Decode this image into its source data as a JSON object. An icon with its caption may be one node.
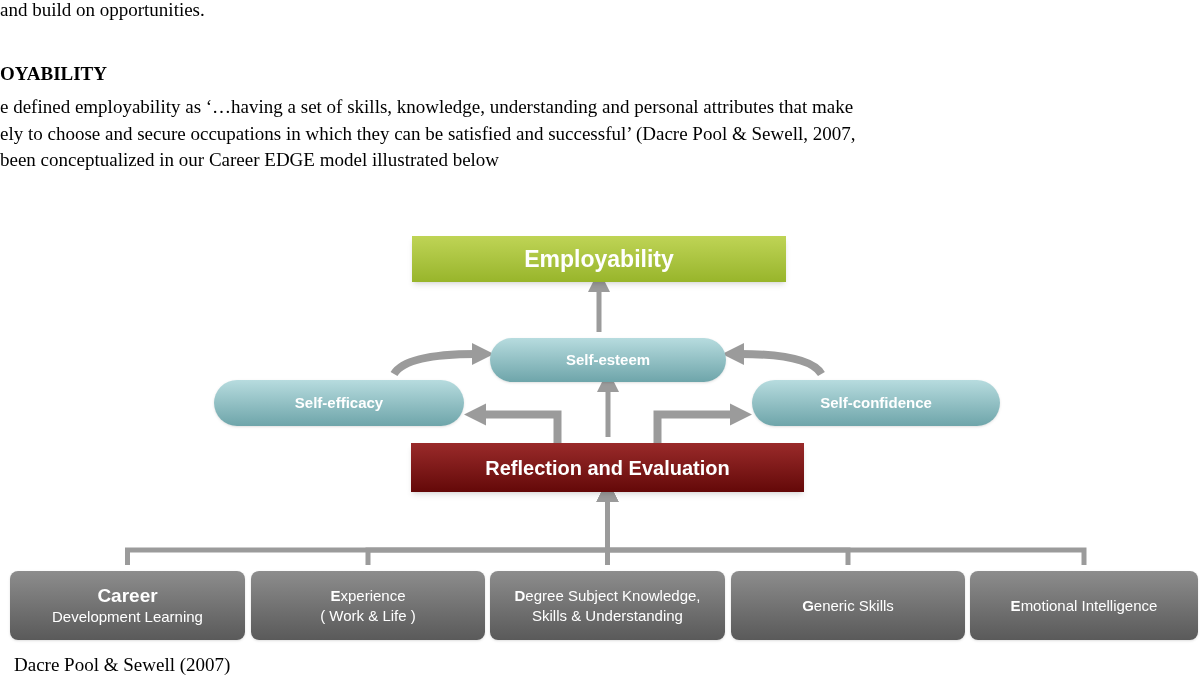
{
  "diagram": {
    "nodes": [
      {
        "text": [
          "Employability"
        ]
      },
      {
        "text": [
          "Self-esteem"
        ]
      },
      {
        "text": [
          "Self-efficacy"
        ]
      },
      {
        "text": [
          "Self-confidence"
        ]
      },
      {
        "text": [
          "Reflection and Evaluation"
        ]
      },
      {
        "text": [
          "Career",
          "Development Learning"
        ]
      },
      {
        "text": [
          "**E**xperience",
          "( Work & Life )"
        ]
      },
      {
        "text": [
          "**D**egree Subject Knowledge, Skills & Understanding"
        ]
      },
      {
        "text": [
          "**G**eneric Skills"
        ]
      },
      {
        "text": [
          "**E**motional Intelligence"
        ]
      }
    ],
    "edges": [
      {
        "from": 1,
        "to": 0,
        "arrow": "to"
      },
      {
        "from": 2,
        "to": 1,
        "arrow": "to"
      },
      {
        "from": 3,
        "to": 1,
        "arrow": "to"
      },
      {
        "from": 4,
        "to": 1,
        "arrow": "to"
      },
      {
        "from": 4,
        "to": 2,
        "arrow": "to"
      },
      {
        "from": 4,
        "to": 3,
        "arrow": "to"
      },
      {
        "from": 5,
        "to": 4,
        "arrow": "to"
      },
      {
        "from": 6,
        "to": 4,
        "arrow": "to"
      },
      {
        "from": 7,
        "to": 4,
        "arrow": "to"
      },
      {
        "from": 8,
        "to": 4,
        "arrow": "to"
      },
      {
        "from": 9,
        "to": 4,
        "arrow": "to"
      }
    ],
    "labels": [
      "and build on opportunities.",
      "OYABILITY",
      "e defined employability as ‘…having a set of skills, knowledge, understanding and personal attributes that make",
      "ely to choose and secure occupations in which they can be satisfied and successful’ (Dacre Pool & Sewell, 2007,",
      "been conceptualized in our Career EDGE model illustrated below",
      "Dacre Pool & Sewell (2007)"
    ]
  }
}
